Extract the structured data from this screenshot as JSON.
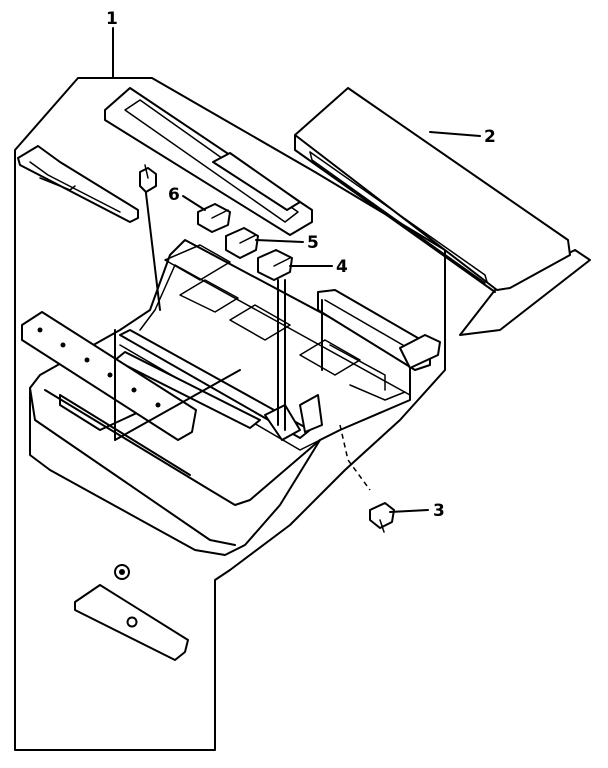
{
  "callouts": [
    {
      "id": "part-1",
      "label": "1"
    },
    {
      "id": "part-2",
      "label": "2"
    },
    {
      "id": "part-3",
      "label": "3"
    },
    {
      "id": "part-4",
      "label": "4"
    },
    {
      "id": "part-5",
      "label": "5"
    },
    {
      "id": "part-6",
      "label": "6"
    }
  ]
}
